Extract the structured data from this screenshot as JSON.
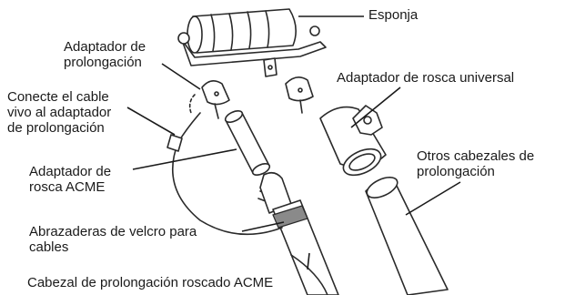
{
  "labels": {
    "esponja": "Esponja",
    "adaptador_prolongacion": "Adaptador de\nprolongación",
    "adaptador_rosca_universal": "Adaptador de rosca universal",
    "conecte_cable": "Conecte el cable\nvivo al adaptador\nde prolongación",
    "otros_cabezales": "Otros cabezales de\nprolongación",
    "adaptador_rosca_acme": "Adaptador de\nrosca ACME",
    "abrazaderas_velcro": "Abrazaderas de velcro para\ncables",
    "cabezal_roscado_acme": "Cabezal de prolongación roscado ACME"
  },
  "colors": {
    "line": "#2a2a2a",
    "velcro_band": "#8a8a8a",
    "background": "#ffffff"
  }
}
